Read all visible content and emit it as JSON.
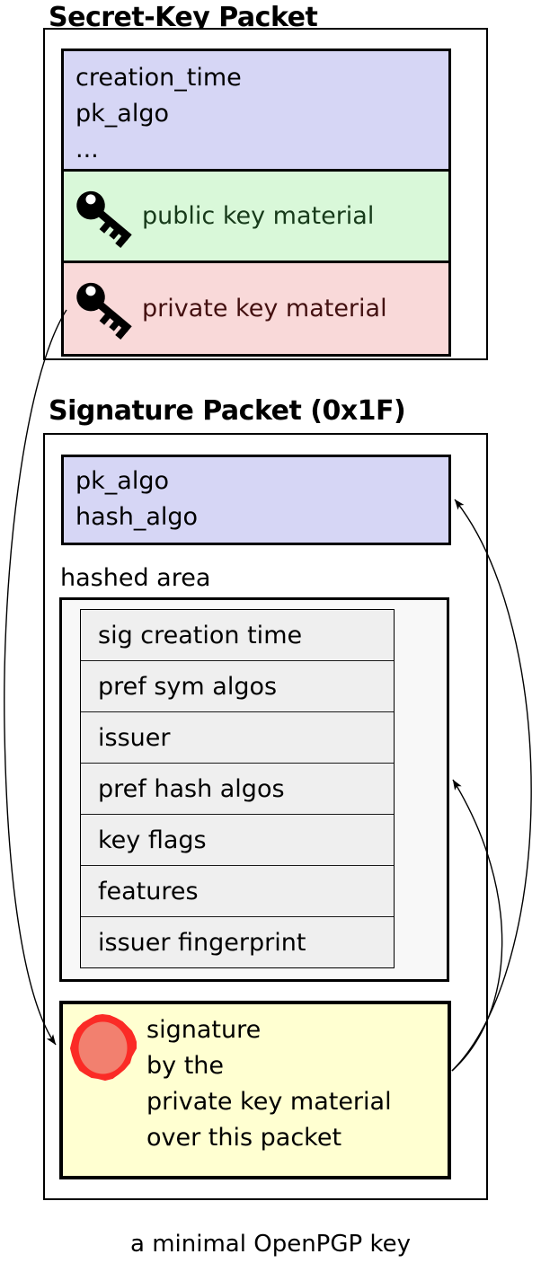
{
  "secret_key_packet": {
    "title": "Secret-Key Packet",
    "header_fields": [
      "creation_time",
      "pk_algo",
      "..."
    ],
    "public_key_label": "public key material",
    "private_key_label": "private key material"
  },
  "signature_packet": {
    "title": "Signature Packet (0x1F)",
    "algo_fields": [
      "pk_algo",
      "hash_algo"
    ],
    "hashed_area_label": "hashed area",
    "hashed_subpackets": [
      "sig creation time",
      "pref sym algos",
      "issuer",
      "pref hash algos",
      "key flags",
      "features",
      "issuer fingerprint"
    ],
    "signature_lines": [
      "signature",
      "by the",
      "private key material",
      "over this packet"
    ]
  },
  "caption": "a minimal OpenPGP key",
  "colors": {
    "lavender": "#d6d6f5",
    "green-bg": "#d9f8d9",
    "green-text": "#173a1a",
    "pink-bg": "#f9d9d9",
    "maroon-text": "#431010",
    "yellow-bg": "#ffffd1",
    "hashed-bg": "#f8f8f8",
    "row-bg": "#efefef",
    "seal-ring": "#fb2b26",
    "seal-fill": "#f2806f"
  }
}
